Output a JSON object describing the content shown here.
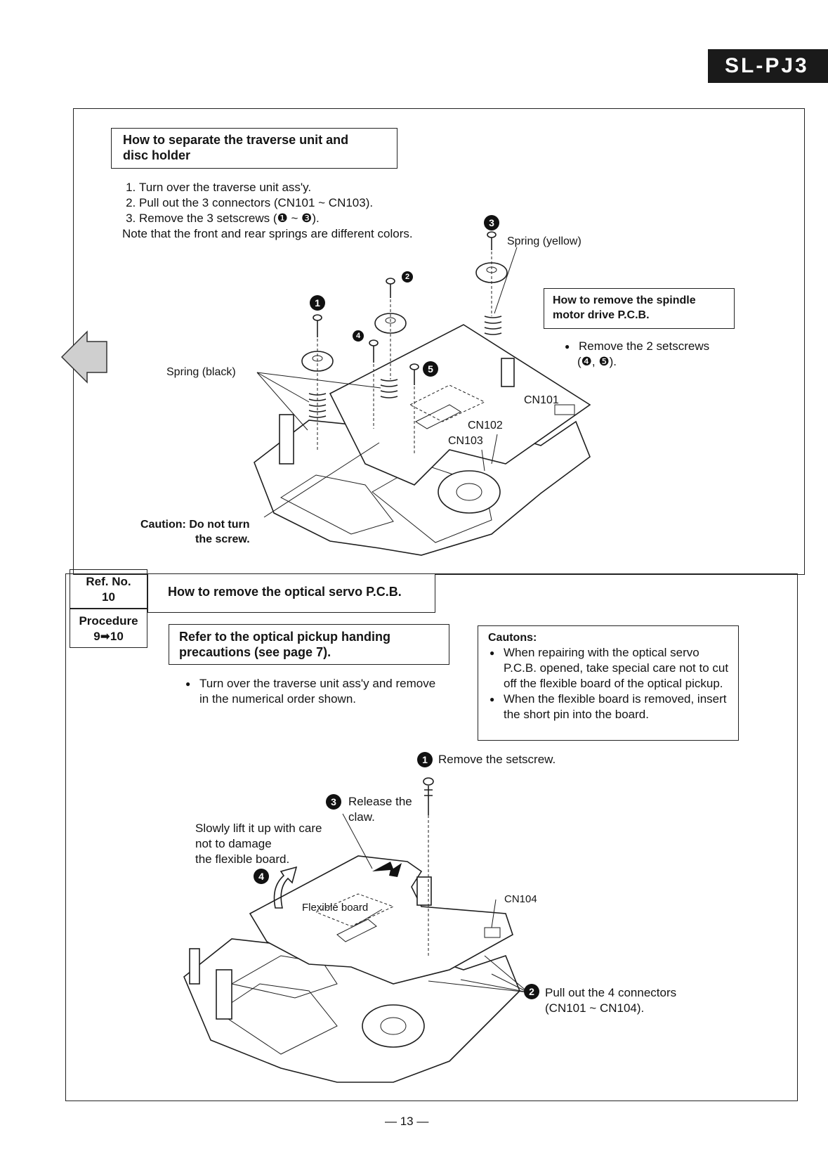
{
  "model": "SL-PJ3",
  "page_number": "— 13 —",
  "section1": {
    "title_line1": "How to separate the traverse unit and",
    "title_line2": "disc holder",
    "steps": [
      "Turn over the traverse unit ass'y.",
      "Pull out the 3 connectors (CN101 ~ CN103).",
      "Remove the 3 setscrews (❶ ~ ❸)."
    ],
    "note": "Note that the front and rear springs are different colors.",
    "spring_yellow": "Spring (yellow)",
    "spring_black": "Spring (black)",
    "caution_line1": "Caution: Do not turn",
    "caution_line2": "the screw.",
    "cn101": "CN101",
    "cn102": "CN102",
    "cn103": "CN103",
    "markers": [
      "1",
      "2",
      "3",
      "4",
      "5"
    ]
  },
  "spindle_box": {
    "title_line1": "How to remove the spindle",
    "title_line2": "motor drive P.C.B.",
    "bullet": "Remove the 2 setscrews",
    "bullet_refs": "(❹, ❺)."
  },
  "refno": {
    "label": "Ref. No.",
    "value": "10",
    "procedure_label": "Procedure",
    "procedure_value": "9➡10"
  },
  "section2": {
    "title": "How to remove the optical servo P.C.B.",
    "refer_line1": "Refer to the optical pickup handing",
    "refer_line2": "precautions (see page 7).",
    "bullet_line1": "Turn over the traverse unit ass'y and remove",
    "bullet_line2": "in the numerical order shown.",
    "cautions_title": "Cautons:",
    "cautions": [
      "When repairing with the optical servo P.C.B. opened, take special care not to cut off the flexible board of the optical pickup.",
      "When the flexible board is removed, insert the short pin into the board."
    ],
    "step1": "Remove the setscrew.",
    "step2_line1": "Pull out the 4 connectors",
    "step2_line2": "(CN101 ~ CN104).",
    "step3_line1": "Release the",
    "step3_line2": "claw.",
    "step4_line1": "Slowly lift it up with care",
    "step4_line2": "not to damage",
    "step4_line3": "the flexible board.",
    "flexible_board": "Flexible board",
    "cn104": "CN104",
    "markers": [
      "1",
      "2",
      "3",
      "4"
    ]
  }
}
